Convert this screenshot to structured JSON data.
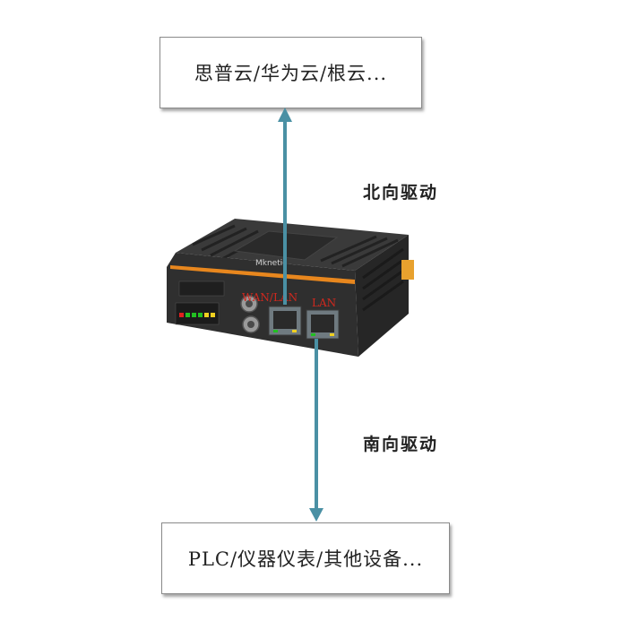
{
  "cloud_box": {
    "text": "思普云/华为云/根云..."
  },
  "device_box": {
    "text": "PLC/仪器仪表/其他设备..."
  },
  "north_label": "北向驱动",
  "south_label": "南向驱动",
  "device": {
    "brand": "Mknetic",
    "port_labels": [
      "WAN/LAN",
      "LAN"
    ]
  },
  "colors": {
    "arrow": "#4a90a4",
    "device_body": "#2f2f2f",
    "accent": "#e8871e",
    "port_label": "#d0281e"
  }
}
